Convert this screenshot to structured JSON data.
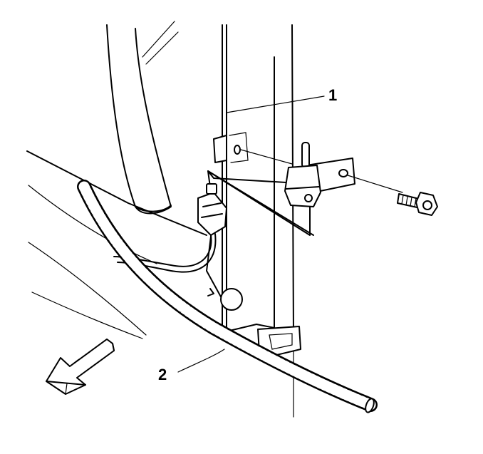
{
  "callouts": [
    {
      "label": "1",
      "name": "door-sensor-bracket"
    },
    {
      "label": "2",
      "name": "wiring-harness-conduit"
    }
  ],
  "icons": {
    "direction_arrow": "front-direction-arrow-icon",
    "bolt": "bolt-icon",
    "connector": "electrical-connector-icon"
  },
  "colors": {
    "line": "#000000",
    "background": "#ffffff"
  }
}
